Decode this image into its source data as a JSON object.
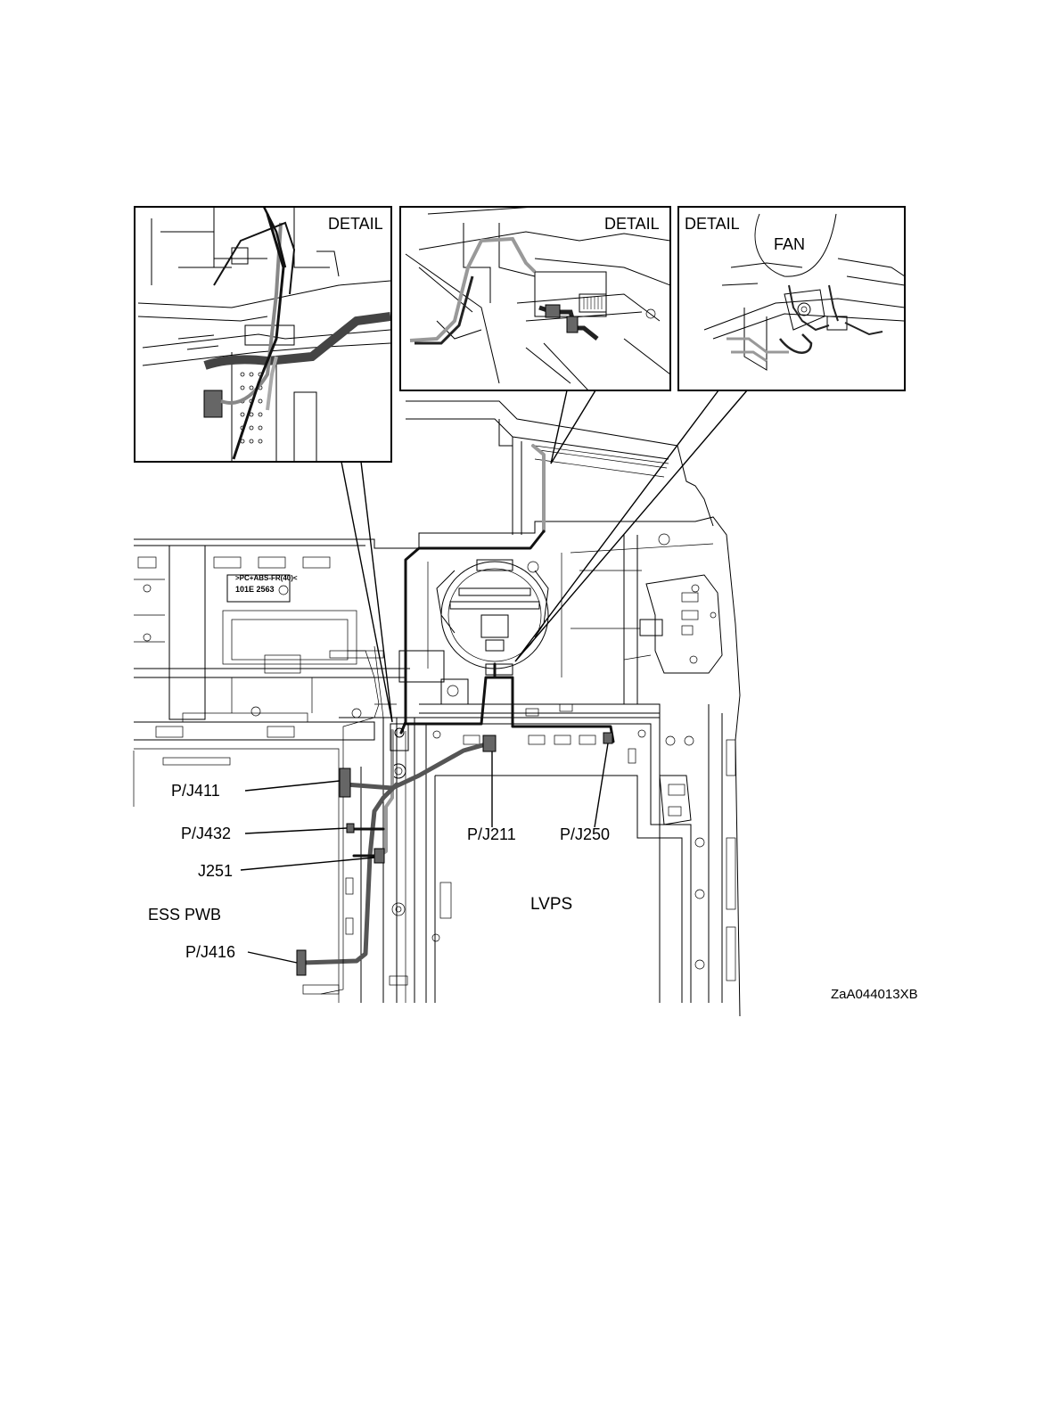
{
  "callouts": {
    "detail_left": "DETAIL",
    "detail_middle": "DETAIL",
    "detail_right": "DETAIL",
    "fan": "FAN"
  },
  "labels": {
    "pj411": "P/J411",
    "pj432": "P/J432",
    "j251": "J251",
    "ess_pwb": "ESS PWB",
    "pj416": "P/J416",
    "pj211": "P/J211",
    "pj250": "P/J250",
    "lvps": "LVPS",
    "figure_id": "ZaA044013XB"
  },
  "part_marking": {
    "line1": ">PC+ABS-FR(40)<",
    "line2": "101E 2563"
  },
  "colors": {
    "harness_dark": "#555555",
    "harness_light": "#9a9a9a",
    "connector": "#666666"
  }
}
